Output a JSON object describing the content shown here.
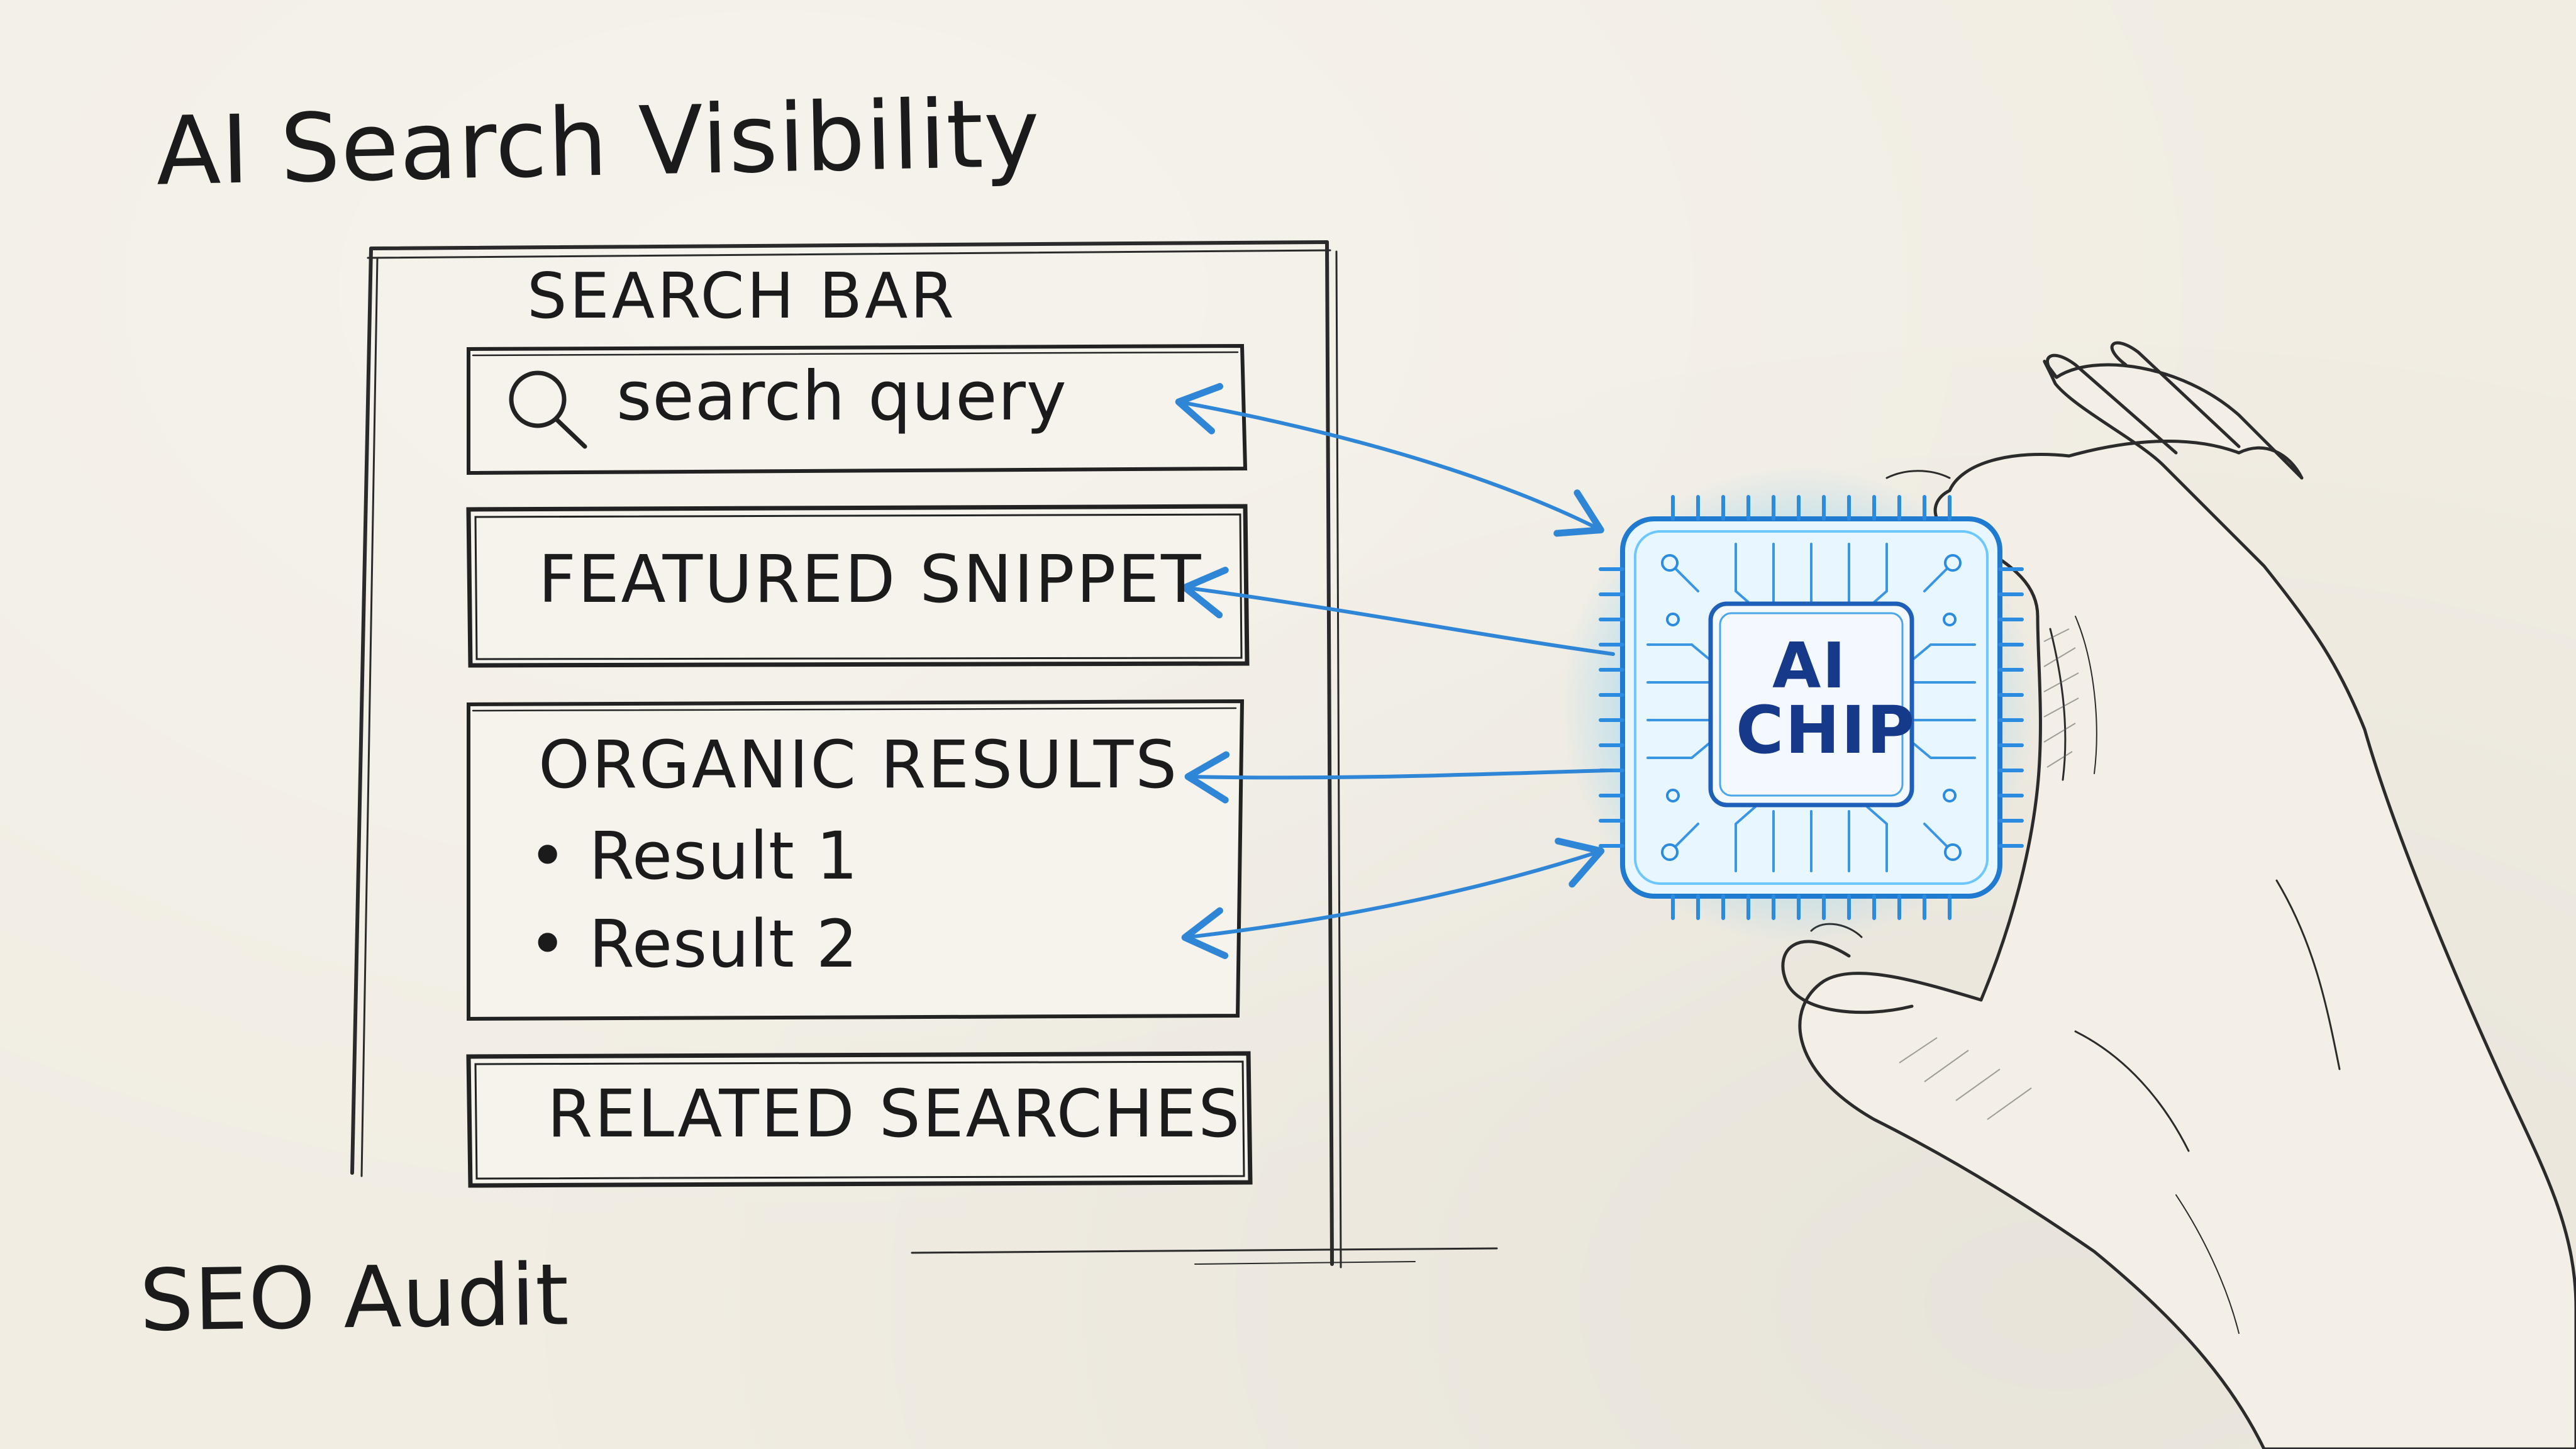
{
  "title": "AI Search Visibility",
  "footer": "SEO Audit",
  "mockup": {
    "search_bar_label": "SEARCH BAR",
    "search_query": "search query",
    "featured_snippet": "FEATURED SNIPPET",
    "organic_results": "ORGANIC RESULTS",
    "results": [
      "• Result 1",
      "• Result 2"
    ],
    "related_searches": "RELATED SEARCHES"
  },
  "chip": {
    "line1": "AI",
    "line2": "CHIP"
  },
  "colors": {
    "paper": "#f1ede3",
    "ink": "#1e1e1e",
    "arrow": "#2f86d6",
    "chip_glow": "#57c4ff",
    "chip_text": "#16398a"
  },
  "icons": [
    "search-icon",
    "ai-chip-icon",
    "hand-illustration"
  ]
}
